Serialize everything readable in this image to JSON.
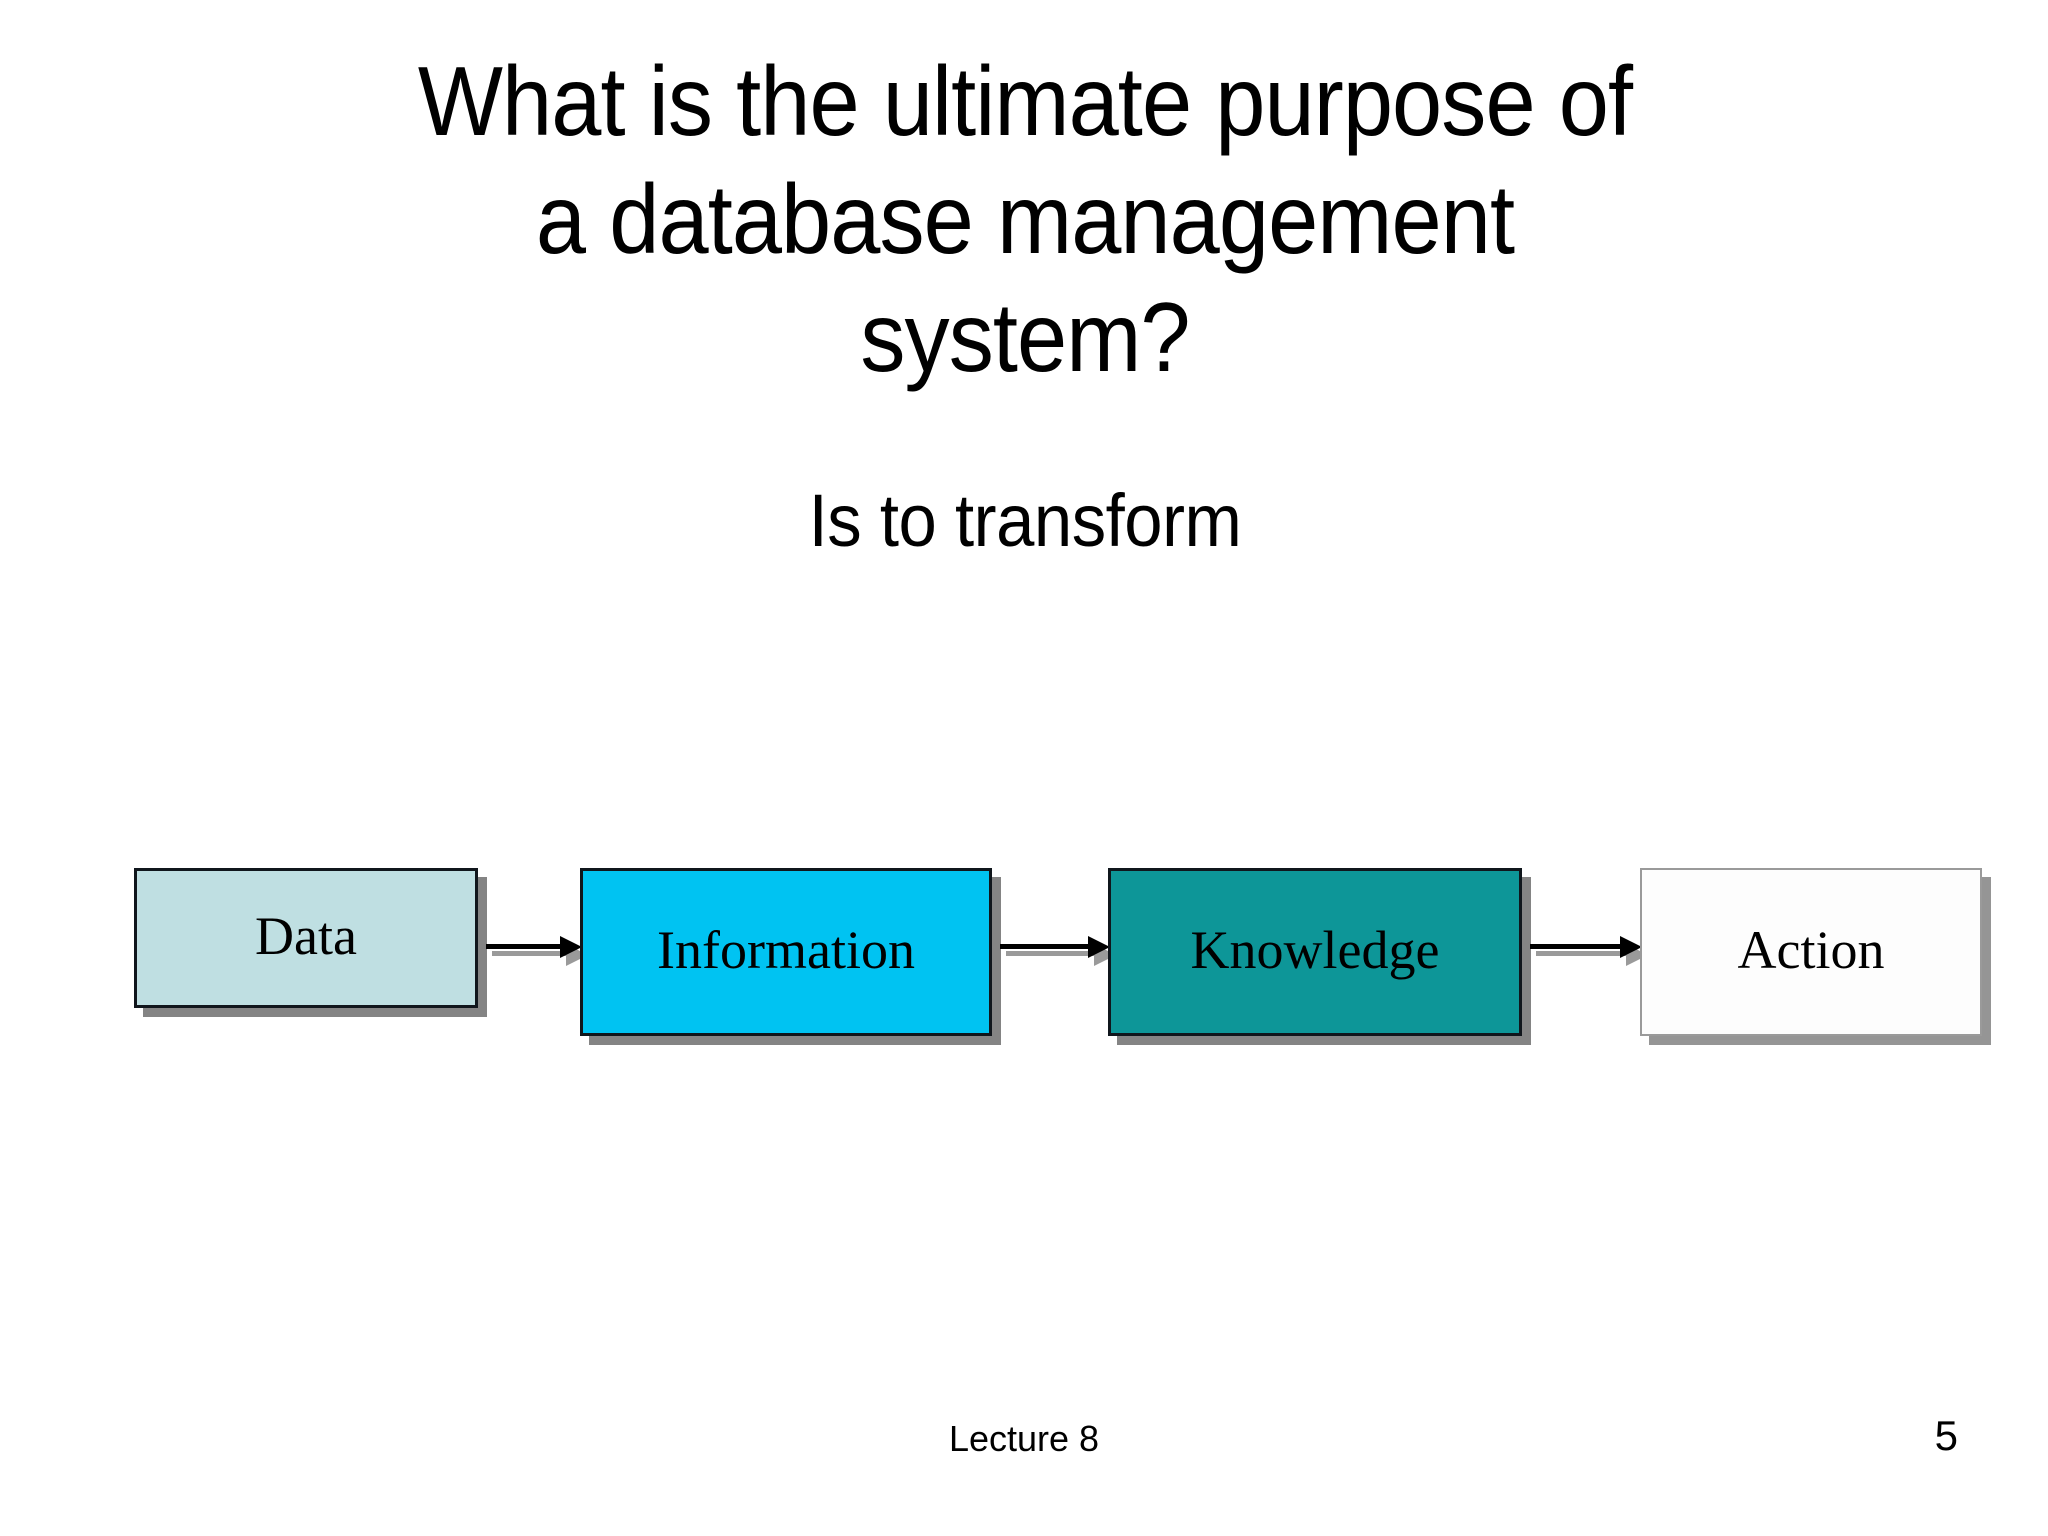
{
  "slide": {
    "background_color": "#ffffff",
    "title": {
      "lines": [
        "What is the ultimate purpose of",
        "a database management",
        "system?"
      ]
    },
    "subtitle": {
      "lines": [
        "Is to transform"
      ]
    },
    "diagram": {
      "type": "flow",
      "direction": "left-to-right",
      "nodes": [
        {
          "label": "Data",
          "fill": "#bfdfe2",
          "border": "#10161c",
          "text_color": "#000000"
        },
        {
          "label": "Information",
          "fill": "#00c3f2",
          "border": "#10161c",
          "text_color": "#000000"
        },
        {
          "label": "Knowledge",
          "fill": "#0d9698",
          "border": "#10161c",
          "text_color": "#000000"
        },
        {
          "label": "Action",
          "fill": "#fdfdfd",
          "border": "#9a9a9a",
          "text_color": "#000000"
        }
      ],
      "connectors": [
        {
          "from": "Data",
          "to": "Information",
          "style": "arrow"
        },
        {
          "from": "Information",
          "to": "Knowledge",
          "style": "arrow"
        },
        {
          "from": "Knowledge",
          "to": "Action",
          "style": "arrow"
        }
      ]
    },
    "footer": {
      "note": "Lecture 8",
      "page_number": "5"
    }
  }
}
